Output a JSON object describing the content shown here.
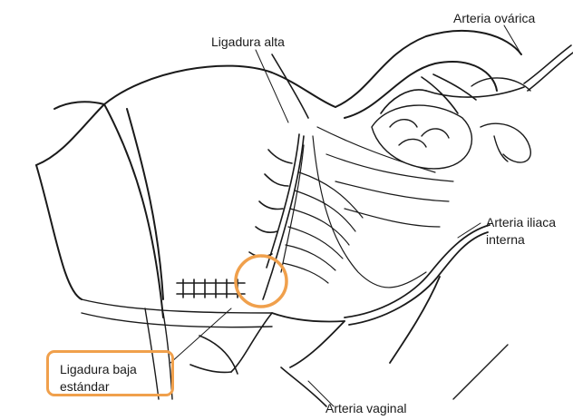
{
  "labels": {
    "ligadura_alta": "Ligadura alta",
    "arteria_ovarica": "Arteria ovárica",
    "arteria_iliaca_line1": "Arteria iliaca",
    "arteria_iliaca_line2": "interna",
    "arteria_vaginal": "Arteria vaginal",
    "ligadura_baja_line1": "Ligadura baja",
    "ligadura_baja_line2": "estándar"
  },
  "colors": {
    "highlight": "#f0a04c",
    "ink": "#1a1a1a"
  }
}
